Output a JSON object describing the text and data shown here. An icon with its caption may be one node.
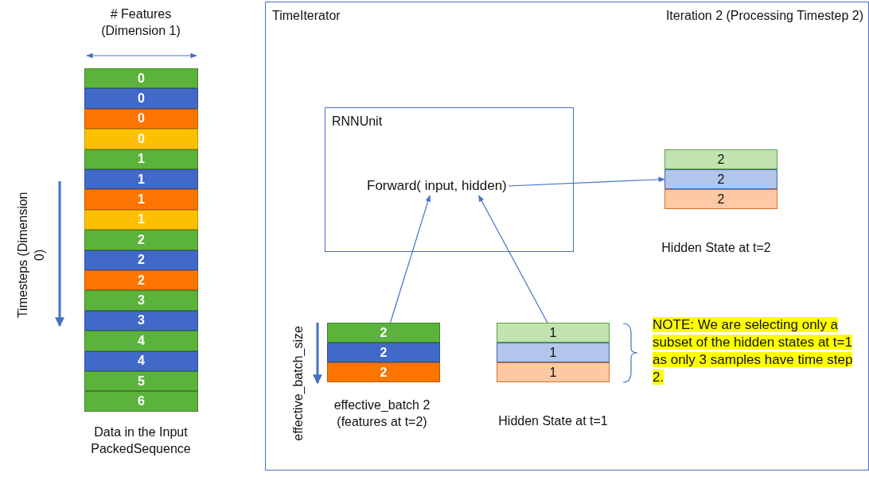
{
  "diagram": {
    "nodes": [
      {
        "text": [
          "0"
        ]
      },
      {
        "text": [
          "0"
        ]
      },
      {
        "text": [
          "0"
        ]
      },
      {
        "text": [
          "0"
        ]
      },
      {
        "text": [
          "1"
        ]
      },
      {
        "text": [
          "1"
        ]
      },
      {
        "text": [
          "1"
        ]
      },
      {
        "text": [
          "1"
        ]
      },
      {
        "text": [
          "2"
        ]
      },
      {
        "text": [
          "2"
        ]
      },
      {
        "text": [
          "2"
        ]
      },
      {
        "text": [
          "3"
        ]
      },
      {
        "text": [
          "3"
        ]
      },
      {
        "text": [
          "4"
        ]
      },
      {
        "text": [
          "4"
        ]
      },
      {
        "text": [
          "5"
        ]
      },
      {
        "text": [
          "6"
        ]
      },
      {
        "text": [
          "TimeIterator",
          "Iteration 2 (Processing Timestep 2)"
        ]
      },
      {
        "text": [
          "RNNUnit"
        ],
        "in": 17
      },
      {
        "text": [
          "Forward( input, hidden)"
        ],
        "in": 18
      },
      {
        "text": [
          "2"
        ],
        "in": 17
      },
      {
        "text": [
          "2"
        ],
        "in": 17
      },
      {
        "text": [
          "2"
        ],
        "in": 17
      },
      {
        "text": [
          "2"
        ],
        "in": 17
      },
      {
        "text": [
          "2"
        ],
        "in": 17
      },
      {
        "text": [
          "2"
        ],
        "in": 17
      },
      {
        "text": [
          "1"
        ],
        "in": 17
      },
      {
        "text": [
          "1"
        ],
        "in": 17
      },
      {
        "text": [
          "1"
        ],
        "in": 17
      }
    ],
    "edges": [
      {
        "from": 19,
        "to": 21,
        "arrow": "to"
      },
      {
        "from": 23,
        "to": 19,
        "arrow": "to"
      },
      {
        "from": 26,
        "to": 19,
        "arrow": "to"
      }
    ],
    "labels": [
      "# Features (Dimension 1)",
      "Timesteps (Dimension 0)",
      "Data in the Input PackedSequence",
      "Hidden State at t=2",
      "effective_batch_size",
      "effective_batch 2 (features at t=2)",
      "Hidden State at t=1",
      "NOTE: We are selecting only a subset of the hidden states at t=1 as only 3 samples have time step 2."
    ]
  }
}
